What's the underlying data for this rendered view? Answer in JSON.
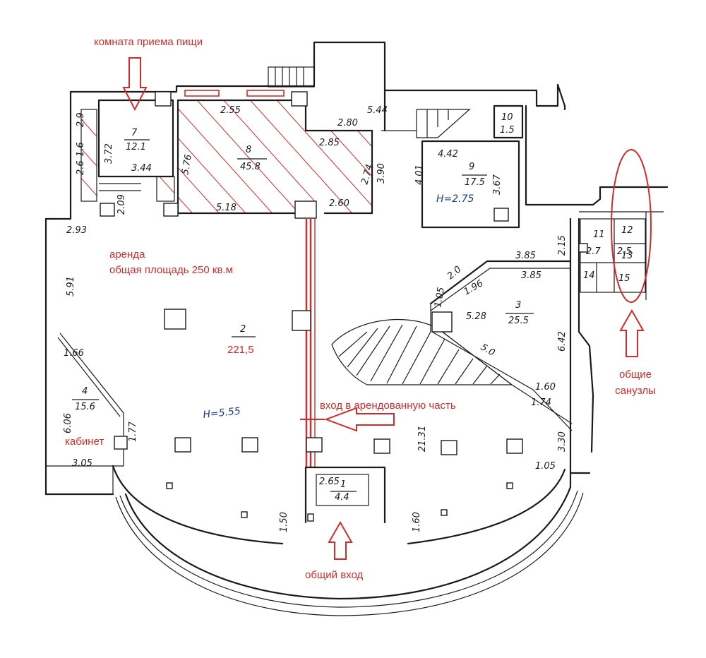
{
  "annotations": {
    "dining_room": "комната приема пищи",
    "rent_title": "аренда",
    "rent_area": "общая площадь 250 кв.м",
    "main_hall_area": "221,5",
    "rented_entrance": "вход в арендованную часть",
    "office": "кабинет",
    "main_entrance": "общий вход",
    "toilets_line1": "общие",
    "toilets_line2": "санузлы"
  },
  "rooms": {
    "r7_num": "7",
    "r7_area": "12.1",
    "r8_num": "8",
    "r8_area": "45.8",
    "r9_num": "9",
    "r9_area": "17.5",
    "r10_num": "10",
    "r10_area": "1.5",
    "r2_num": "2",
    "r3_num": "3",
    "r3_area": "25.5",
    "r4_num": "4",
    "r4_area": "15.6",
    "r1_num": "1",
    "r1_area": "4.4",
    "r11_num": "11",
    "r12_num": "12",
    "r13_num": "13",
    "r14_num": "14",
    "r15_num": "15"
  },
  "dimensions": {
    "d_255": "2.55",
    "d_544": "5.44",
    "d_280": "2.80",
    "d_285": "2.85",
    "d_576": "5.76",
    "d_518": "5.18",
    "d_344": "3.44",
    "d_372": "3.72",
    "d_209": "2.09",
    "d_390": "3.90",
    "d_274": "2.74",
    "d_260": "2.60",
    "d_442": "4.42",
    "d_401": "4.01",
    "d_367": "3.67",
    "d_h275": "H=2.75",
    "d_293": "2.93",
    "d_591": "5.91",
    "d_385a": "3.85",
    "d_385b": "3.85",
    "d_215": "2.15",
    "d_27": "2.7",
    "d_25": "2.5",
    "d_20": "2.0",
    "d_196": "1.96",
    "d_105a": "1.05",
    "d_528": "5.28",
    "d_50": "5.0",
    "d_642": "6.42",
    "d_160": "1.60",
    "d_174": "1.74",
    "d_166": "1.66",
    "d_606": "6.06",
    "d_177": "1.77",
    "d_305": "3.05",
    "d_h555": "H=5.55",
    "d_2131": "21.31",
    "d_330": "3.30",
    "d_105b": "1.05",
    "d_265": "2.65",
    "d_150": "1.50",
    "d_160b": "1.60",
    "d_29": "2.9",
    "d_16": "1.6",
    "d_26": "2.6"
  },
  "colors": {
    "annotation": "#d42a2a",
    "ink": "#1a1a1a",
    "blue_ink": "#1a3a8a"
  }
}
